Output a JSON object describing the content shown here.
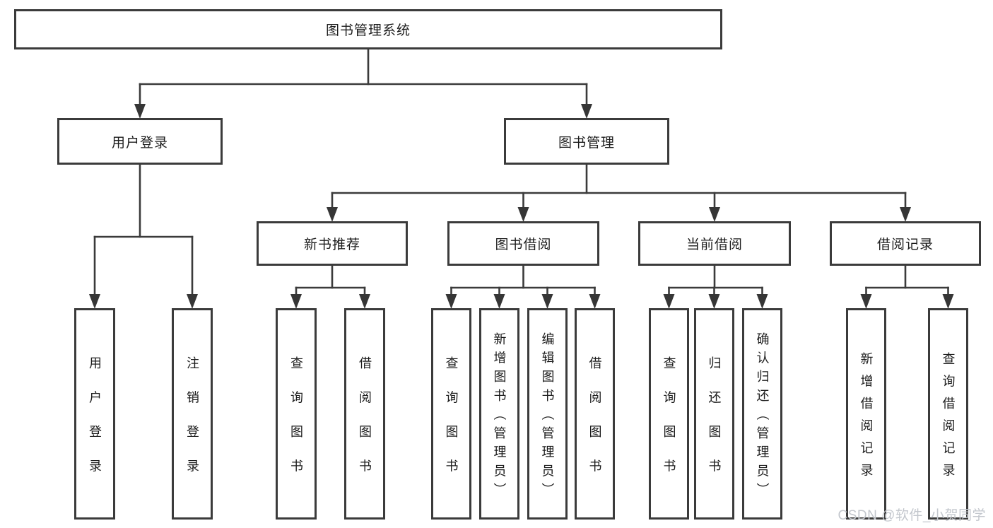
{
  "diagram": {
    "title": "图书管理系统",
    "nodes": {
      "root": "图书管理系统",
      "user_login": "用户登录",
      "book_mgmt": "图书管理",
      "new_book_rec": "新书推荐",
      "book_borrow": "图书借阅",
      "current_borrow": "当前借阅",
      "borrow_records": "借阅记录",
      "user_login_leaf": "用户登录",
      "logout_leaf": "注销登录",
      "nb_query": "查询图书",
      "nb_borrow": "借阅图书",
      "bb_query": "查询图书",
      "bb_add": "新增图书（管理员）",
      "bb_edit": "编辑图书（管理员）",
      "bb_borrow": "借阅图书",
      "cb_query": "查询图书",
      "cb_return": "归还图书",
      "cb_confirm": "确认归还（管理员）",
      "br_add": "新增借阅记录",
      "br_query": "查询借阅记录"
    },
    "watermark": "CSDN @软件_小贺同学",
    "colors": {
      "line": "#3b3b3b",
      "text": "#1c1c1c",
      "watermark": "#c3c7cd",
      "background": "#ffffff"
    }
  }
}
